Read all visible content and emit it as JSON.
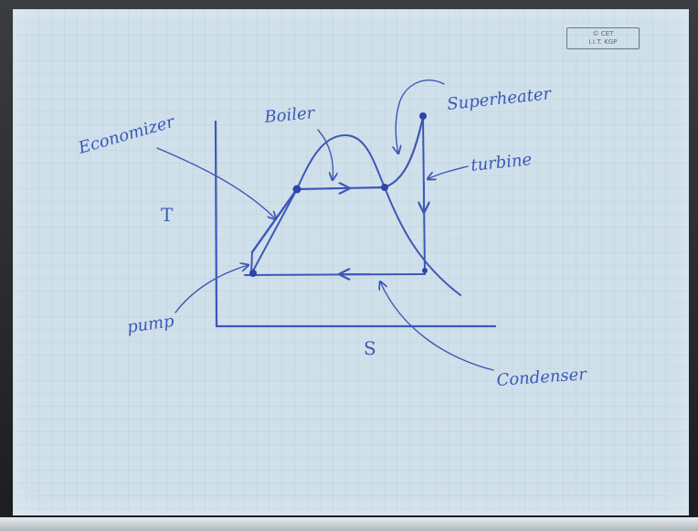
{
  "stamp": {
    "line1": "© CET",
    "line2": "I.I.T. KGP"
  },
  "labels": {
    "economizer": "Economizer",
    "boiler": "Boiler",
    "superheater": "Superheater",
    "turbine": "turbine",
    "pump": "pump",
    "condenser": "Condenser"
  },
  "axes": {
    "y": "T",
    "x": "S"
  },
  "colors": {
    "ink": "#3f57b6",
    "board": "#cfe0ea"
  }
}
